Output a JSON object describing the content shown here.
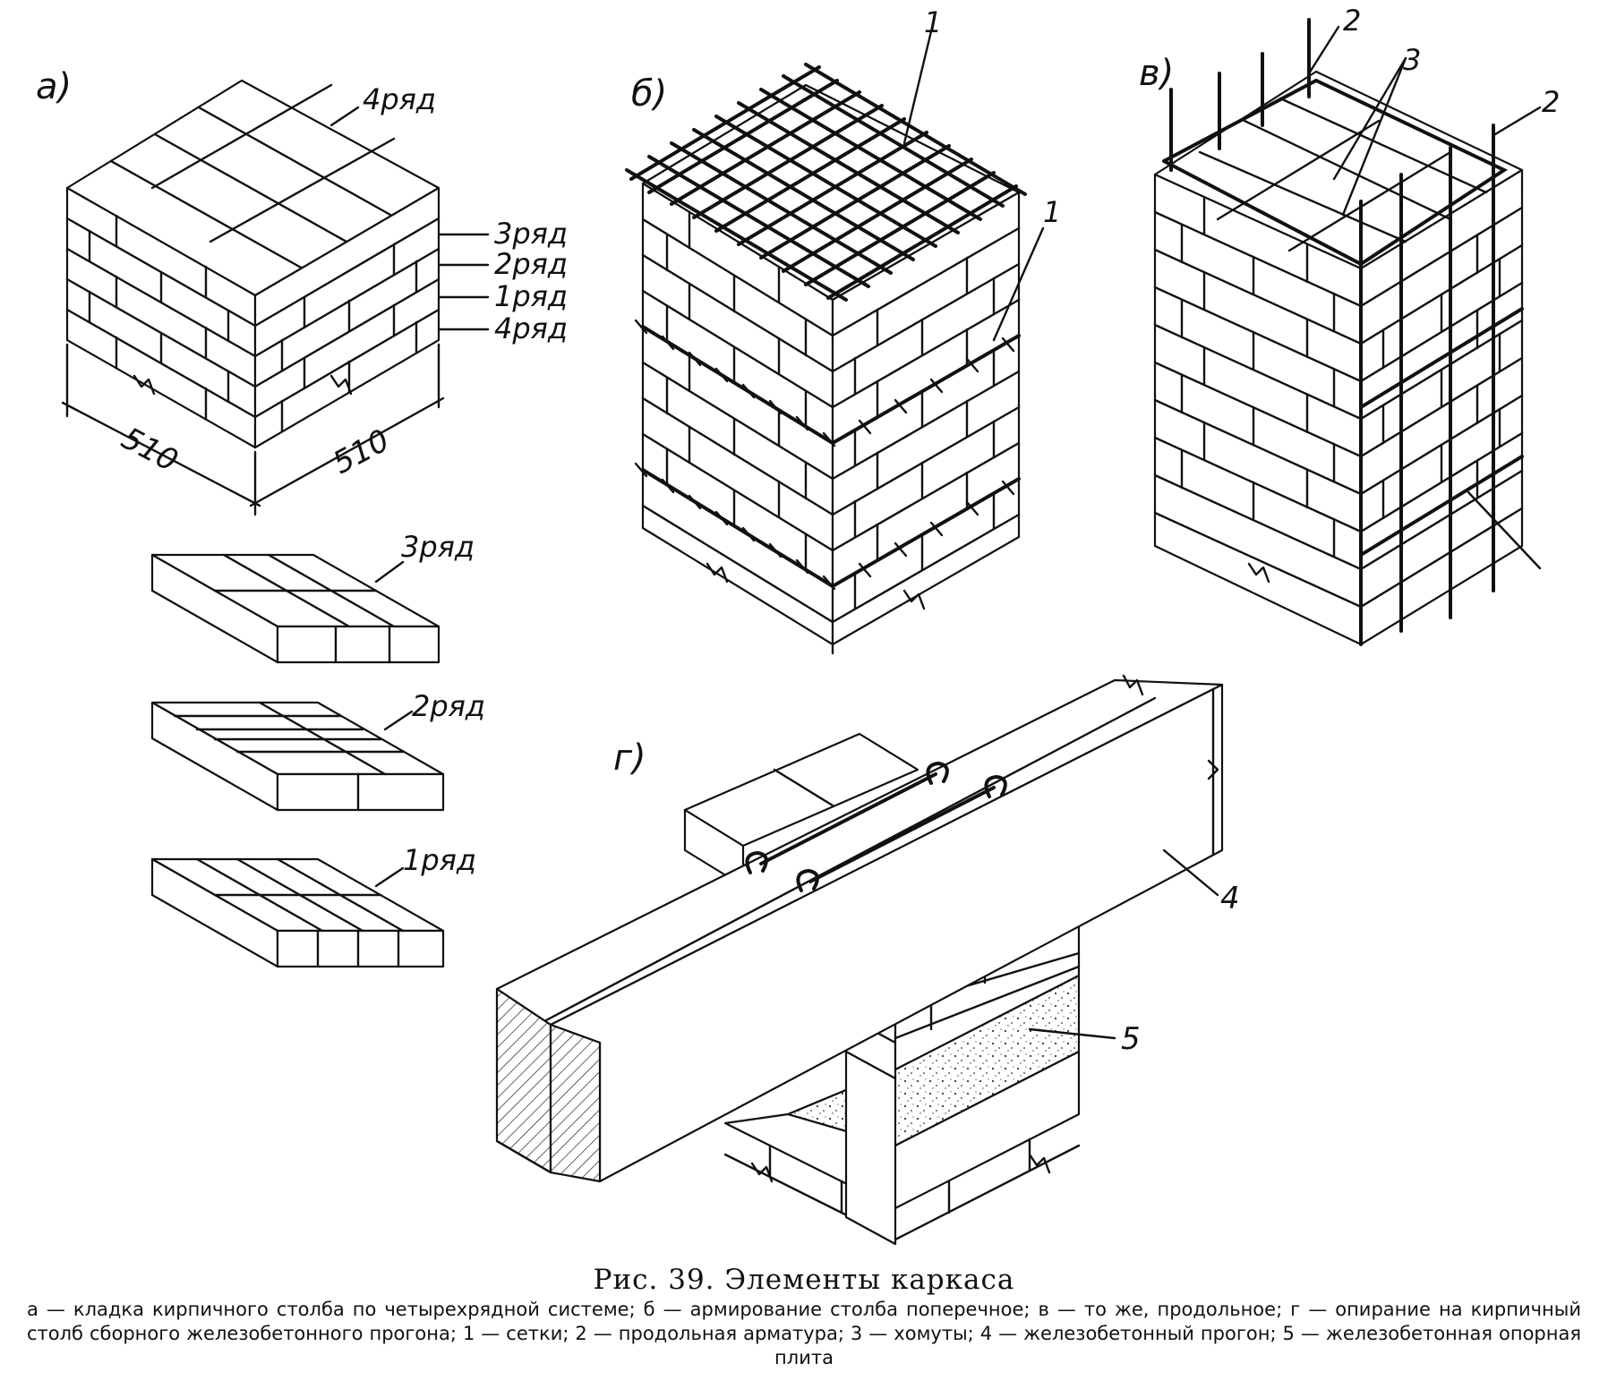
{
  "panels": {
    "a": {
      "letter": "а)",
      "row_labels": [
        "4ряд",
        "3ряд",
        "2ряд",
        "1ряд",
        "4ряд"
      ],
      "dimensions": [
        "510",
        "510"
      ],
      "layer_labels": [
        "3ряд",
        "2ряд",
        "1ряд"
      ]
    },
    "b": {
      "letter": "б)",
      "callouts": [
        "1",
        "1"
      ]
    },
    "v": {
      "letter": "в)",
      "callouts": [
        "2",
        "3",
        "2"
      ]
    },
    "g": {
      "letter": "г)",
      "callouts": [
        "4",
        "5"
      ]
    }
  },
  "caption": {
    "title": "Рис. 39.  Элементы каркаса",
    "text": "а — кладка кирпичного столба по четырехрядной системе; б — армирование столба поперечное; в — то же, продольное; г — опирание на кирпичный столб сборного железобетонного прогона; 1 — сетки; 2 — продольная арматура; 3 — хомуты; 4 — железобетонный прогон; 5 — железобетонная опорная плита"
  },
  "colors": {
    "ink": "#111111",
    "paper": "#ffffff",
    "brick_face": "#ffffff",
    "concrete_fill": "#d8d8d8"
  }
}
